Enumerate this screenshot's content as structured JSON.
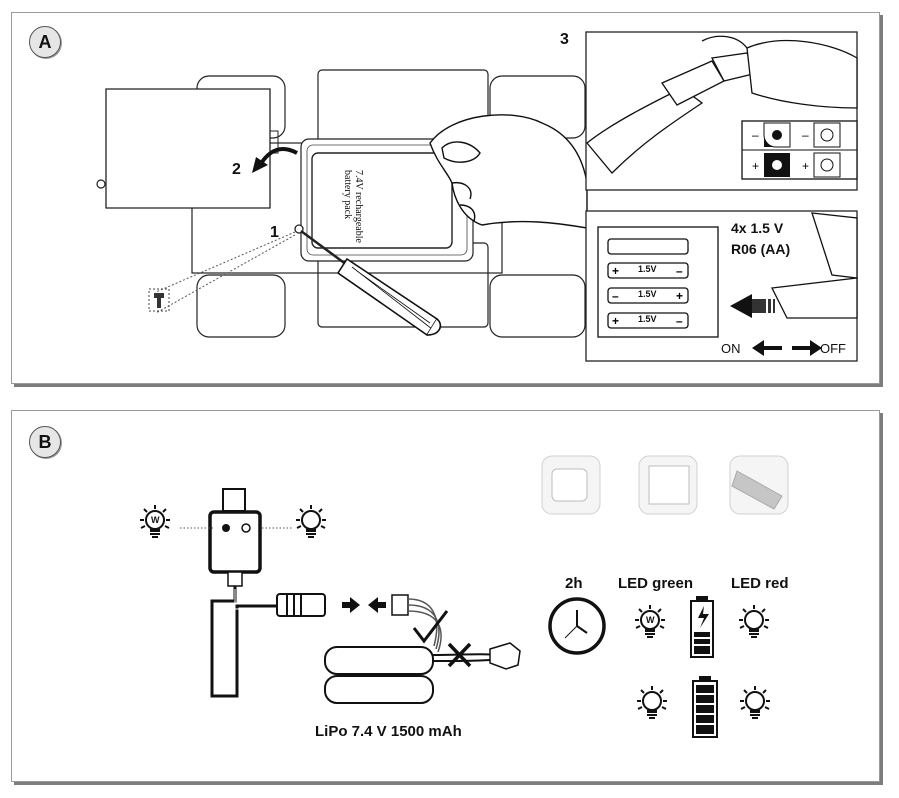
{
  "panel_a": {
    "badge": "A",
    "steps": {
      "one": "1",
      "two": "2",
      "three": "3"
    },
    "battery_pack_label_1": "7.4V rechargeable",
    "battery_pack_label_2": "battery pack",
    "aa_count": "4x 1.5 V",
    "aa_type": "R06 (AA)",
    "cell_label": "1.5V",
    "switch_on": "ON",
    "switch_off": "OFF"
  },
  "panel_b": {
    "badge": "B",
    "time": "2h",
    "led_green": "LED green",
    "led_red": "LED red",
    "battery_spec": "LiPo 7.4 V 1500 mAh",
    "led_letter": "W"
  }
}
